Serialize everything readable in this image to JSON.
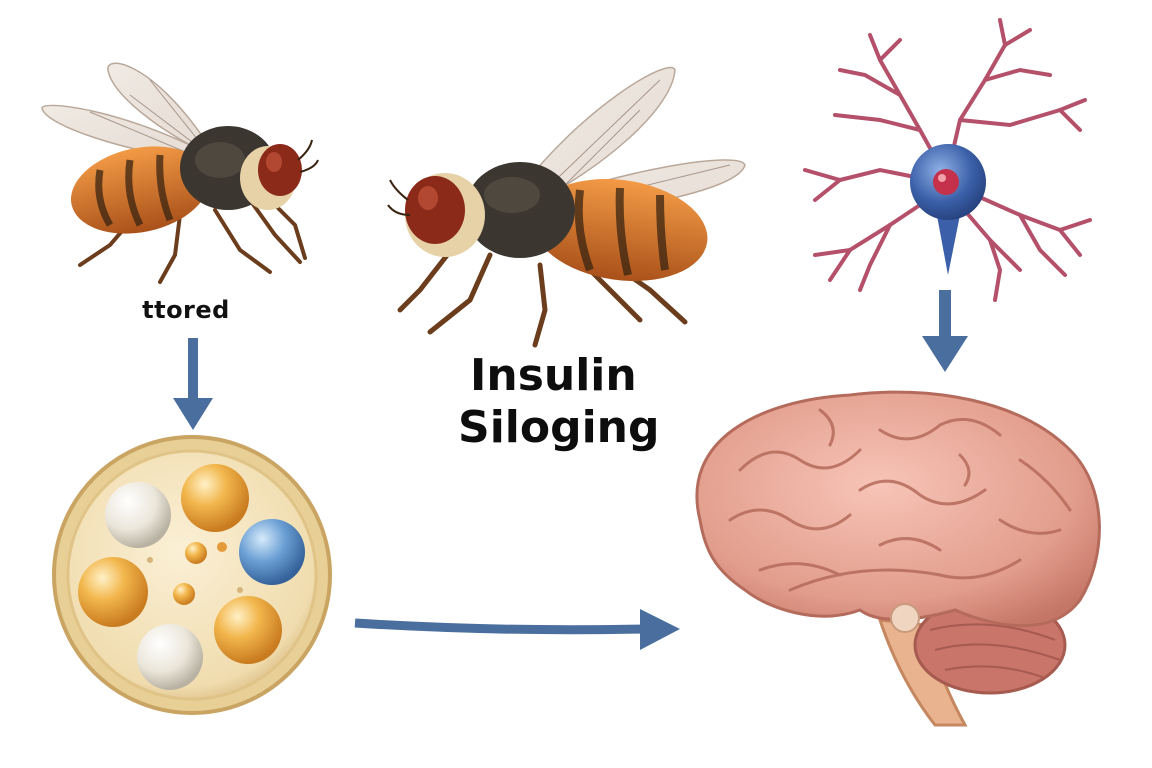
{
  "labels": {
    "stored": "ttored",
    "title_line1": "Insulin",
    "title_line2": "Siloging"
  },
  "colors": {
    "arrow": "#4a6f9e",
    "fly_abdomen": "#d9772c",
    "fly_eye": "#8c2a1a",
    "neuron_dendrite": "#b4506a",
    "neuron_body": "#3b5fa8",
    "brain": "#e8a89a",
    "dish": "#f2dfb3"
  }
}
